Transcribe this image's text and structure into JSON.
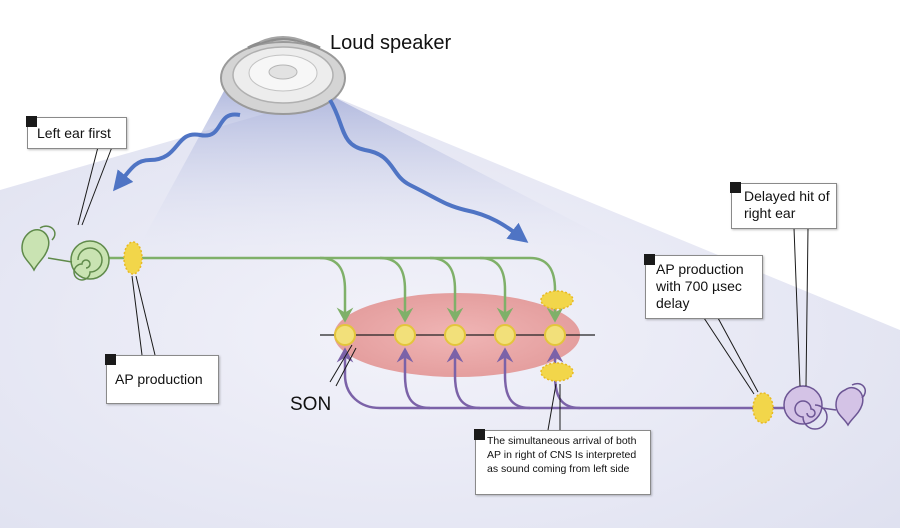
{
  "labels": {
    "speaker": "Loud speaker",
    "son": "SON"
  },
  "callouts": {
    "left_ear": "Left ear first",
    "ap_left": "AP production",
    "ap_right": "AP production with 700 µsec delay",
    "right_ear": "Delayed hit of right ear",
    "arrival": "The simultaneous arrival of both AP in right of CNS Is interpreted as sound coming from left side"
  },
  "colors": {
    "green_axon": "#7fb069",
    "purple_axon": "#7b62a8",
    "son_fill": "#e8a6a6",
    "ap_spike": "#f2d64a",
    "sound_wave": "#4f74c4"
  }
}
